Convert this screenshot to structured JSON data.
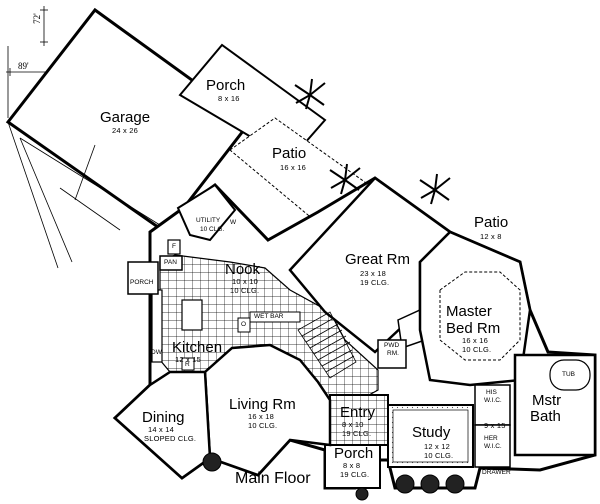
{
  "plan": {
    "title": "Main Floor",
    "dimensions": {
      "depth": "72'",
      "width": "89'"
    },
    "rooms": {
      "garage": {
        "name": "Garage",
        "size": "24 x 26"
      },
      "porch_rear": {
        "name": "Porch",
        "size": "8 x 16"
      },
      "patio_center": {
        "name": "Patio",
        "size": "16 x 16"
      },
      "patio_right": {
        "name": "Patio",
        "size": "12 x 8"
      },
      "utility": {
        "name": "UTILITY",
        "note": "10 CLG."
      },
      "pan": {
        "name": "PAN"
      },
      "porch_side": {
        "name": "PORCH"
      },
      "f": {
        "name": "F"
      },
      "w": {
        "name": "W"
      },
      "nook": {
        "name": "Nook",
        "size": "10 x 10",
        "note": "10 CLG."
      },
      "great_rm": {
        "name": "Great Rm",
        "size": "23 x 18",
        "note": "19 CLG."
      },
      "master_bed": {
        "name": "Master",
        "name2": "Bed Rm",
        "size": "16 x 16",
        "note": "10 CLG."
      },
      "wet_bar": {
        "name": "WET BAR"
      },
      "kitchen": {
        "name": "Kitchen",
        "size": "12 x 15"
      },
      "pwd": {
        "name": "PWD",
        "name2": "RM."
      },
      "dining": {
        "name": "Dining",
        "size": "14 x 14",
        "note": "SLOPED CLG."
      },
      "living_rm": {
        "name": "Living Rm",
        "size": "16 x 18",
        "note": "10 CLG."
      },
      "entry": {
        "name": "Entry",
        "size": "8 x 10",
        "note": "19 CLG."
      },
      "study": {
        "name": "Study",
        "size": "12 x 12",
        "note": "10 CLG."
      },
      "porch_front": {
        "name": "Porch",
        "size": "8 x 8",
        "note": "19 CLG."
      },
      "his_wic": {
        "name": "HIS",
        "name2": "W.I.C."
      },
      "her_wic": {
        "name": "HER",
        "name2": "W.I.C."
      },
      "mstr_bath": {
        "name": "Mstr",
        "name2": "Bath",
        "size": "9 x 15"
      },
      "tub": {
        "name": "TUB"
      },
      "drawer": {
        "name": "DRAWER"
      },
      "o": {
        "name": "O"
      },
      "r": {
        "name": "R"
      },
      "dw": {
        "name": "DW"
      }
    }
  }
}
